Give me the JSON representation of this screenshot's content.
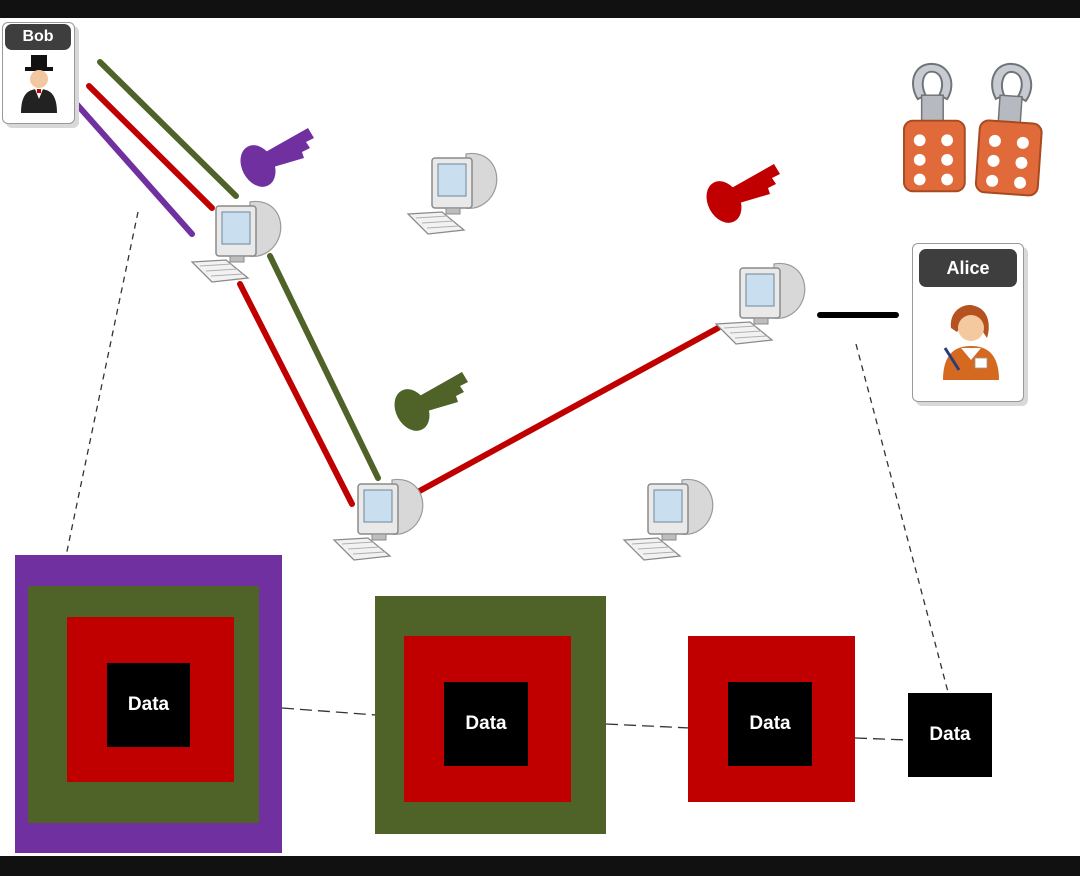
{
  "people": {
    "bob": {
      "name": "Bob"
    },
    "alice": {
      "name": "Alice"
    }
  },
  "layers": {
    "colors": {
      "purple": "#7030a0",
      "green": "#4f6228",
      "red": "#c00000",
      "black": "#000000"
    }
  },
  "packets": [
    {
      "label": "Data",
      "layers": [
        "purple",
        "green",
        "red"
      ]
    },
    {
      "label": "Data",
      "layers": [
        "green",
        "red"
      ]
    },
    {
      "label": "Data",
      "layers": [
        "red"
      ]
    },
    {
      "label": "Data",
      "layers": []
    }
  ],
  "icons": [
    "person-icon",
    "key-icon",
    "computer-icon",
    "padlock-icon"
  ]
}
